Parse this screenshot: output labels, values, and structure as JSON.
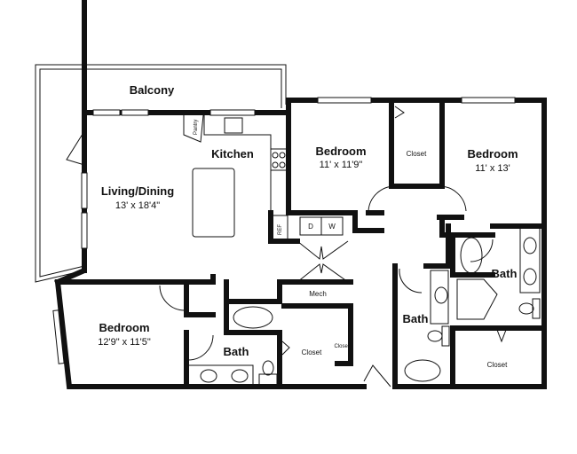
{
  "rooms": {
    "balcony": {
      "name": "Balcony"
    },
    "kitchen": {
      "name": "Kitchen"
    },
    "pantry": {
      "name": "Pantry"
    },
    "living": {
      "name": "Living/Dining",
      "size": "13' x 18'4\""
    },
    "bedroom1": {
      "name": "Bedroom",
      "size": "11' x 11'9\""
    },
    "bedroom2": {
      "name": "Bedroom",
      "size": "11' x 13'"
    },
    "bedroom3": {
      "name": "Bedroom",
      "size": "12'9\" x 11'5\""
    },
    "closet1": {
      "name": "Closet"
    },
    "closet2": {
      "name": "Closet"
    },
    "closet3": {
      "name": "Closet"
    },
    "closet4": {
      "name": "Closet"
    },
    "bath1": {
      "name": "Bath"
    },
    "bath2": {
      "name": "Bath"
    },
    "bath3": {
      "name": "Bath"
    },
    "mech": {
      "name": "Mech"
    }
  },
  "fixtures": {
    "ref": "REF",
    "dryer": "D",
    "washer": "W"
  }
}
